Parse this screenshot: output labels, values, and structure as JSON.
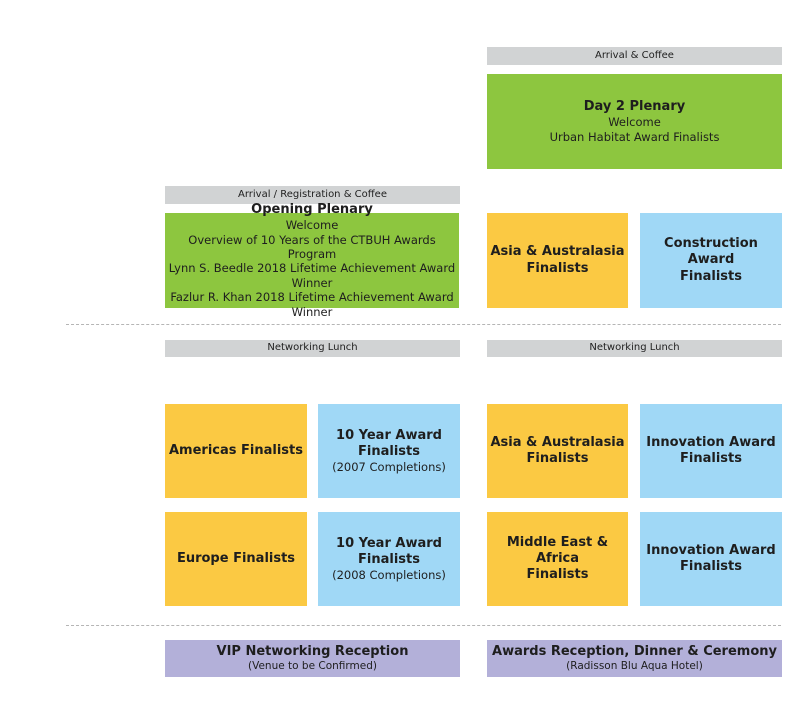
{
  "day2_arrival": {
    "label": "Arrival & Coffee"
  },
  "day2_plenary": {
    "title": "Day 2 Plenary",
    "lines": [
      "Welcome",
      "Urban Habitat Award Finalists"
    ]
  },
  "day1_arrival": {
    "label": "Arrival / Registration & Coffee"
  },
  "opening_plenary": {
    "title": "Opening Plenary",
    "lines": [
      "Welcome",
      "Overview of 10 Years of the CTBUH Awards Program",
      "Lynn S. Beedle 2018 Lifetime Achievement Award Winner",
      "Fazlur R. Khan 2018 Lifetime Achievement Award Winner"
    ]
  },
  "day2_morning": {
    "asia": {
      "line1": "Asia & Australasia",
      "line2": "Finalists"
    },
    "construction": {
      "line1": "Construction Award",
      "line2": "Finalists"
    }
  },
  "lunch": {
    "day1": "Networking Lunch",
    "day2": "Networking Lunch"
  },
  "day1_afternoon": {
    "americas": "Americas Finalists",
    "ten_year_2007": {
      "title": "10 Year Award Finalists",
      "sub": "(2007 Completions)"
    },
    "europe": "Europe Finalists",
    "ten_year_2008": {
      "title": "10 Year Award Finalists",
      "sub": "(2008 Completions)"
    }
  },
  "day2_afternoon": {
    "asia": {
      "line1": "Asia & Australasia",
      "line2": "Finalists"
    },
    "innovation1": {
      "line1": "Innovation Award",
      "line2": "Finalists"
    },
    "mea": {
      "line1": "Middle East & Africa",
      "line2": "Finalists"
    },
    "innovation2": {
      "line1": "Innovation Award",
      "line2": "Finalists"
    }
  },
  "evening": {
    "vip": {
      "title": "VIP Networking Reception",
      "sub": "(Venue to be Confirmed)"
    },
    "awards": {
      "title": "Awards Reception, Dinner & Ceremony",
      "sub": "(Radisson Blu Aqua Hotel)"
    }
  },
  "colors": {
    "grey": "#d1d3d4",
    "green": "#8dc63f",
    "yellow": "#fbc943",
    "blue": "#a0d8f6",
    "purple": "#b3b0d9"
  }
}
